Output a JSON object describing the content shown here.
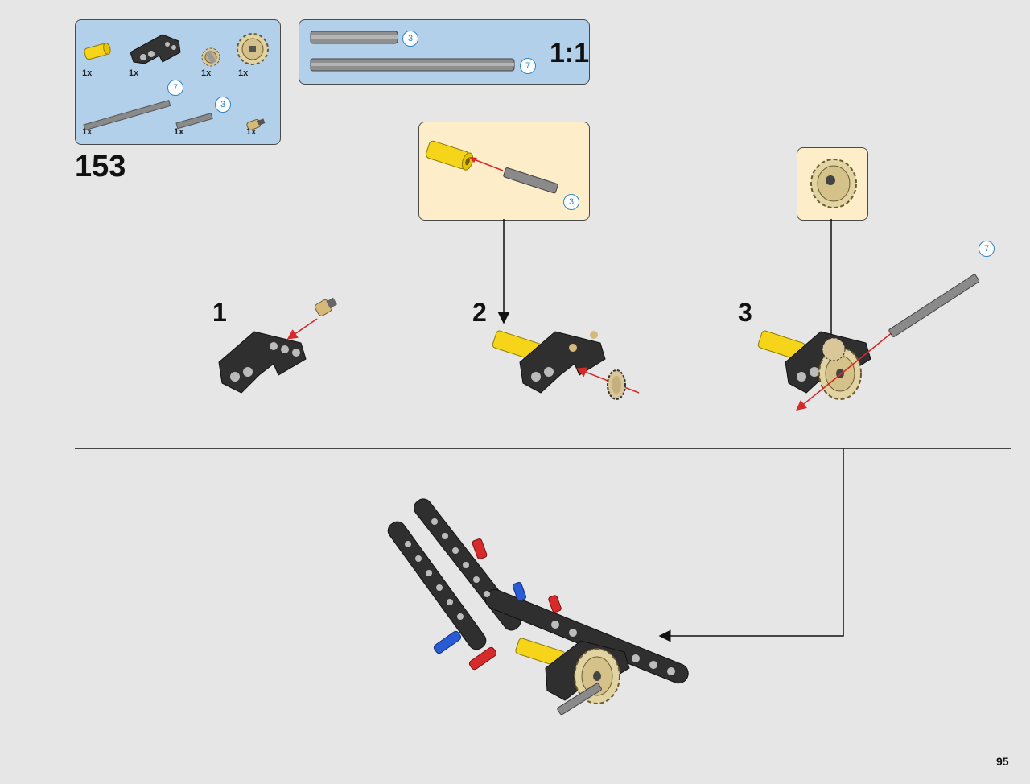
{
  "step_number": "153",
  "page_number": "95",
  "scale_box": {
    "label": "1:1",
    "axle_short_length": "3",
    "axle_long_length": "7"
  },
  "parts_list": [
    {
      "name": "yellow-connector",
      "qty": "1x"
    },
    {
      "name": "black-bracket",
      "qty": "1x"
    },
    {
      "name": "small-gear",
      "qty": "1x"
    },
    {
      "name": "tan-gear",
      "qty": "1x"
    },
    {
      "name": "axle",
      "qty": "1x",
      "length": "7"
    },
    {
      "name": "axle",
      "qty": "1x",
      "length": "3"
    },
    {
      "name": "tan-pin",
      "qty": "1x"
    }
  ],
  "substeps": [
    {
      "number": "1"
    },
    {
      "number": "2",
      "callout_length": "3"
    },
    {
      "number": "3",
      "axle_length": "7"
    }
  ],
  "colors": {
    "background": "#e6e6e6",
    "parts_panel": "#b3d0ea",
    "callout_panel": "#fdedc8",
    "arrow": "#d42a2a",
    "badge": "#2f86c4"
  }
}
